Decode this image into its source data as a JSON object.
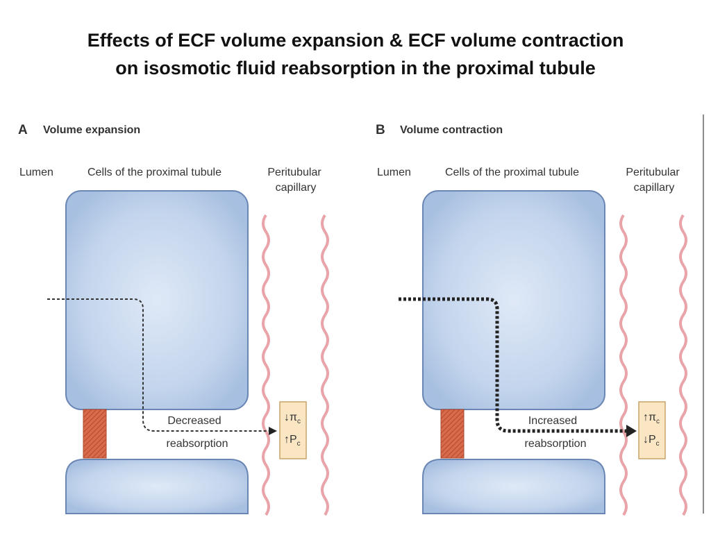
{
  "title": {
    "line1": "Effects of ECF volume expansion & ECF volume contraction",
    "line2": "on isosmotic fluid reabsorption in the proximal tubule"
  },
  "panels": [
    {
      "letter": "A",
      "heading": "Volume expansion",
      "lumen_label": "Lumen",
      "cells_label": "Cells of the proximal tubule",
      "capillary_label_1": "Peritubular",
      "capillary_label_2": "capillary",
      "reabsorption_line1": "Decreased",
      "reabsorption_line2": "reabsorption",
      "force1_arrow": "↓",
      "force1_symbol": "π",
      "force1_sub": "c",
      "force2_arrow": "↑",
      "force2_symbol": "P",
      "force2_sub": "c",
      "flow_style": "thin-dashed"
    },
    {
      "letter": "B",
      "heading": "Volume contraction",
      "lumen_label": "Lumen",
      "cells_label": "Cells of the proximal tubule",
      "capillary_label_1": "Peritubular",
      "capillary_label_2": "capillary",
      "reabsorption_line1": "Increased",
      "reabsorption_line2": "reabsorption",
      "force1_arrow": "↑",
      "force1_symbol": "π",
      "force1_sub": "c",
      "force2_arrow": "↓",
      "force2_symbol": "P",
      "force2_sub": "c",
      "flow_style": "thick-dotted"
    }
  ],
  "colors": {
    "cell_fill_center": "#dde8f6",
    "cell_fill_edge": "#a9c1e2",
    "cell_stroke": "#5f7fae",
    "junction": "#d2694a",
    "capillary_wall": "#e8a4a8",
    "force_box_fill": "#fbe6c4",
    "force_box_stroke": "#c9a46a"
  }
}
